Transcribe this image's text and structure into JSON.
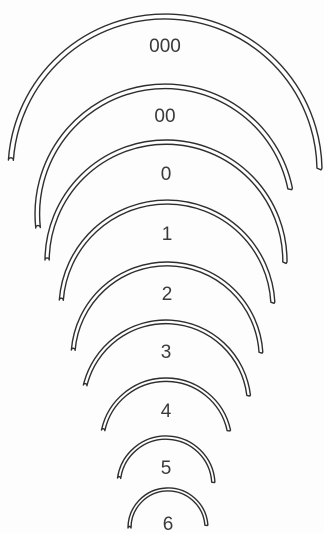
{
  "diagram": {
    "needles": [
      {
        "size": "000"
      },
      {
        "size": "00"
      },
      {
        "size": "0"
      },
      {
        "size": "1"
      },
      {
        "size": "2"
      },
      {
        "size": "3"
      },
      {
        "size": "4"
      },
      {
        "size": "5"
      },
      {
        "size": "6"
      }
    ],
    "colors": {
      "outline": "#2e2e2e",
      "label": "#3a3a3a",
      "background": "#fdfdfd"
    }
  }
}
